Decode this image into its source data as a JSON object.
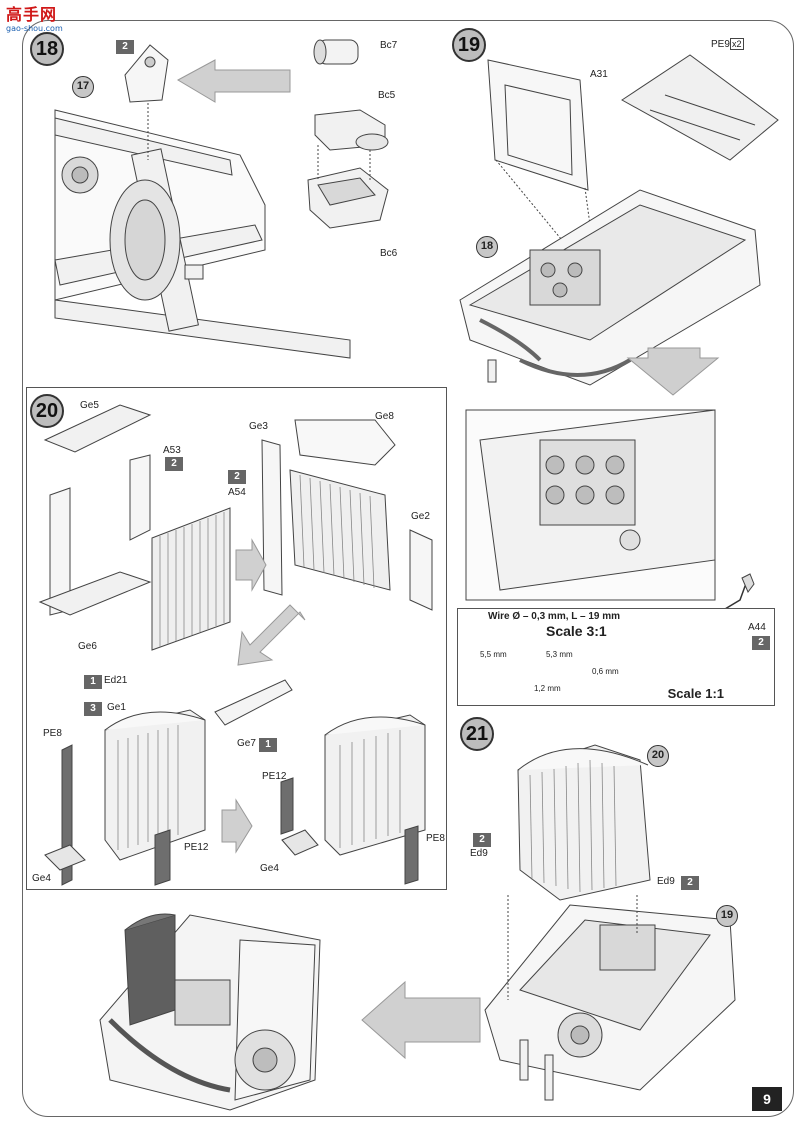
{
  "watermark": {
    "title": "高手网",
    "url": "gao-shou.com"
  },
  "page_number": "9",
  "step18": {
    "number": "18",
    "ref": "17",
    "parts": [
      "Bc7",
      "Bc5",
      "Bc6"
    ],
    "qty": "2"
  },
  "step19": {
    "number": "19",
    "ref": "18",
    "parts": {
      "a31": "A31",
      "pe9": "PE9",
      "pe9_qty": "x2"
    }
  },
  "wire": {
    "spec": "Wire Ø – 0,3 mm, L – 19 mm",
    "scale": "Scale 3:1",
    "dims": [
      "5,5 mm",
      "5,3 mm",
      "0,6 mm",
      "1,2 mm"
    ],
    "scale_small": "Scale 1:1",
    "part": "A44",
    "qty": "2"
  },
  "step20": {
    "number": "20",
    "labels": {
      "ge5": "Ge5",
      "a53": "A53",
      "a54": "A54",
      "ge6": "Ge6",
      "ge3": "Ge3",
      "ge8": "Ge8",
      "ge2": "Ge2",
      "ed21": "Ed21",
      "ge1": "Ge1",
      "ge7": "Ge7",
      "pe8a": "PE8",
      "pe12a": "PE12",
      "ge4a": "Ge4",
      "pe12b": "PE12",
      "ge4b": "Ge4",
      "pe8b": "PE8"
    },
    "qty": {
      "a53": "2",
      "ge3": "2",
      "ed21": "1",
      "ge1": "3",
      "ge7": "1"
    }
  },
  "step21": {
    "number": "21",
    "ref_top": "20",
    "ref_bottom": "19",
    "ed9_left": "Ed9",
    "ed9_right": "Ed9",
    "qty_left": "2",
    "qty_right": "2"
  }
}
